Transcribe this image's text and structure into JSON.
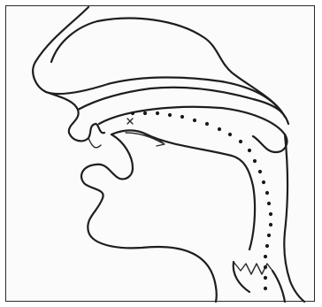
{
  "figure": {
    "kind": "sagittal-section-vocal-tract",
    "colors": {
      "line": "#1e1e1e",
      "background": "#fbfbfb",
      "frame": "#2a2a2a"
    },
    "airflow_path": "dotted",
    "airflow_direction_marker": "arrow"
  }
}
